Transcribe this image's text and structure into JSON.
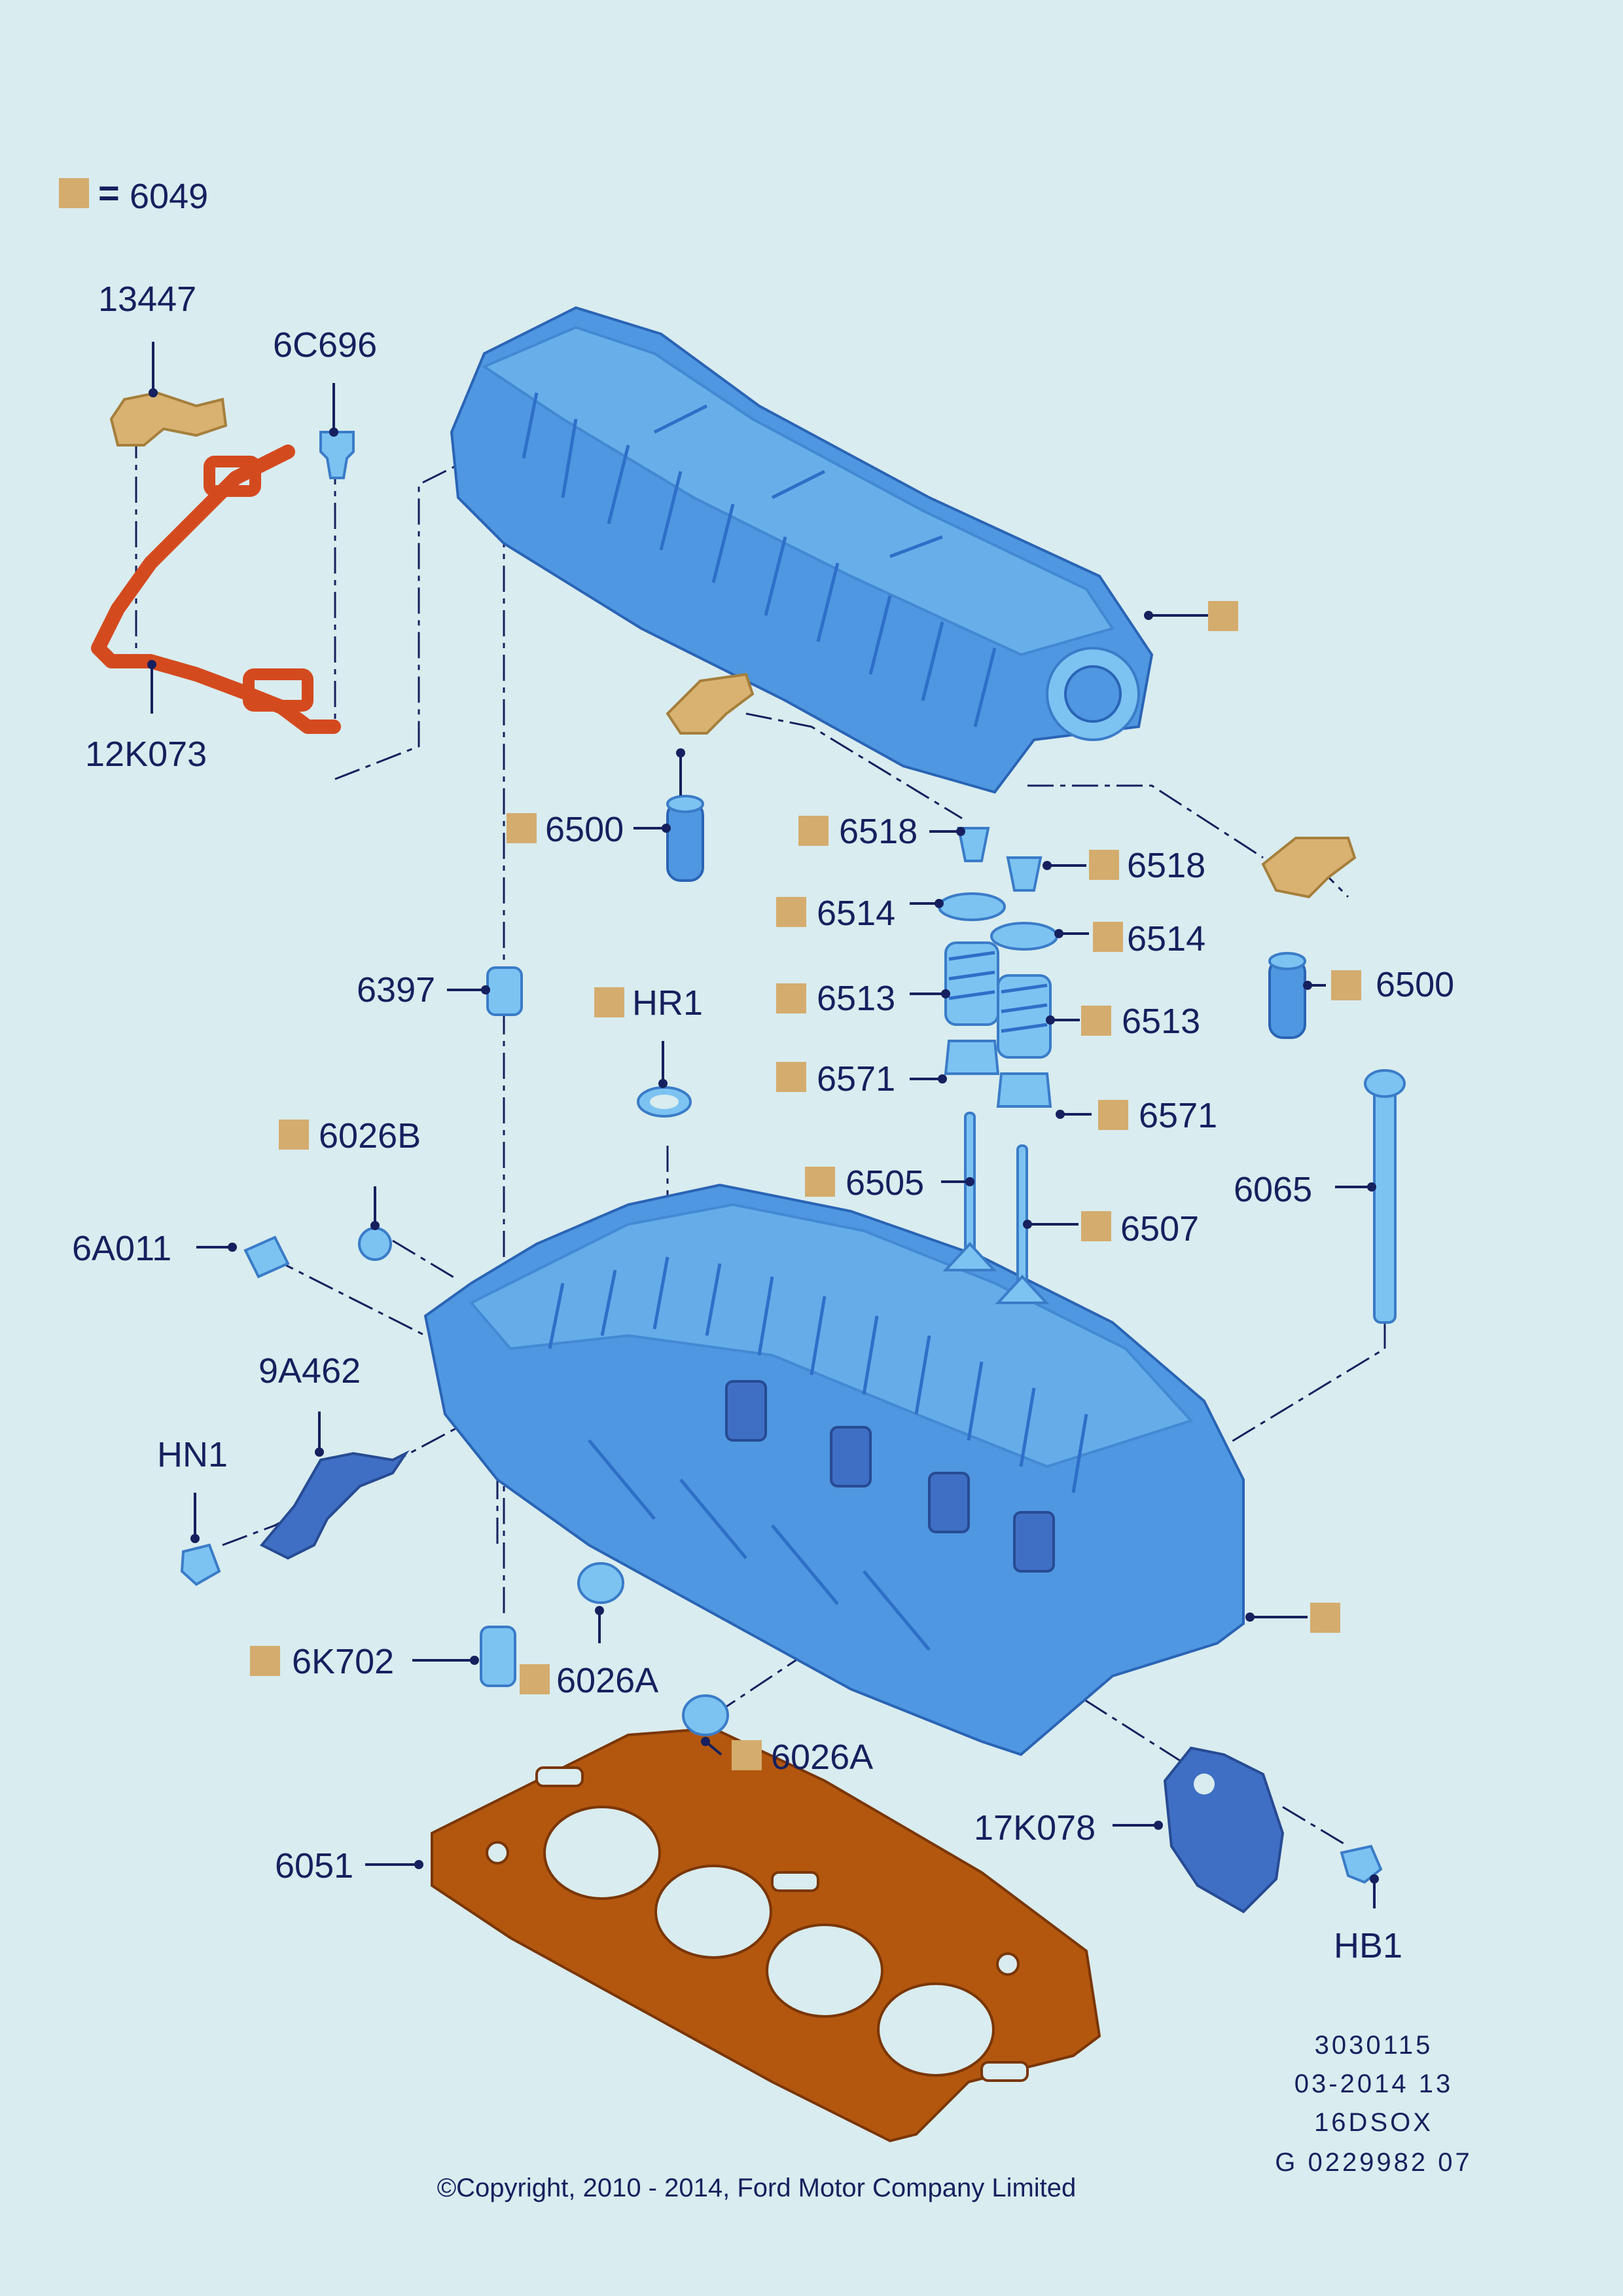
{
  "legend": {
    "part_number": "6049"
  },
  "parts": {
    "p13447": "13447",
    "p6C696": "6C696",
    "p12K073": "12K073",
    "p6500_left": "6500",
    "p6518_left": "6518",
    "p6518_right": "6518",
    "p6514_left": "6514",
    "p6514_right": "6514",
    "p6513_left": "6513",
    "p6513_right": "6513",
    "p6571_left": "6571",
    "p6571_right": "6571",
    "p6505": "6505",
    "p6507": "6507",
    "p6500_right": "6500",
    "p6397": "6397",
    "pHR1": "HR1",
    "p6026B": "6026B",
    "p6A011": "6A011",
    "p9A462": "9A462",
    "pHN1": "HN1",
    "p6065": "6065",
    "p6K702": "6K702",
    "p6026A_upper": "6026A",
    "p6026A_lower": "6026A",
    "p6051": "6051",
    "p17K078": "17K078",
    "pHB1": "HB1"
  },
  "info_block": [
    "3030115",
    "03-2014 13",
    "16DSOX",
    "G 0229982 07"
  ],
  "copyright": "©Copyright, 2010 - 2014, Ford Motor Company Limited",
  "colors": {
    "background": "#d9ecef",
    "text": "#16205e",
    "marker": "#d4ac6e",
    "part_blue": "#4f97e0",
    "gasket": "#b3570f",
    "harness": "#d44a1f"
  }
}
